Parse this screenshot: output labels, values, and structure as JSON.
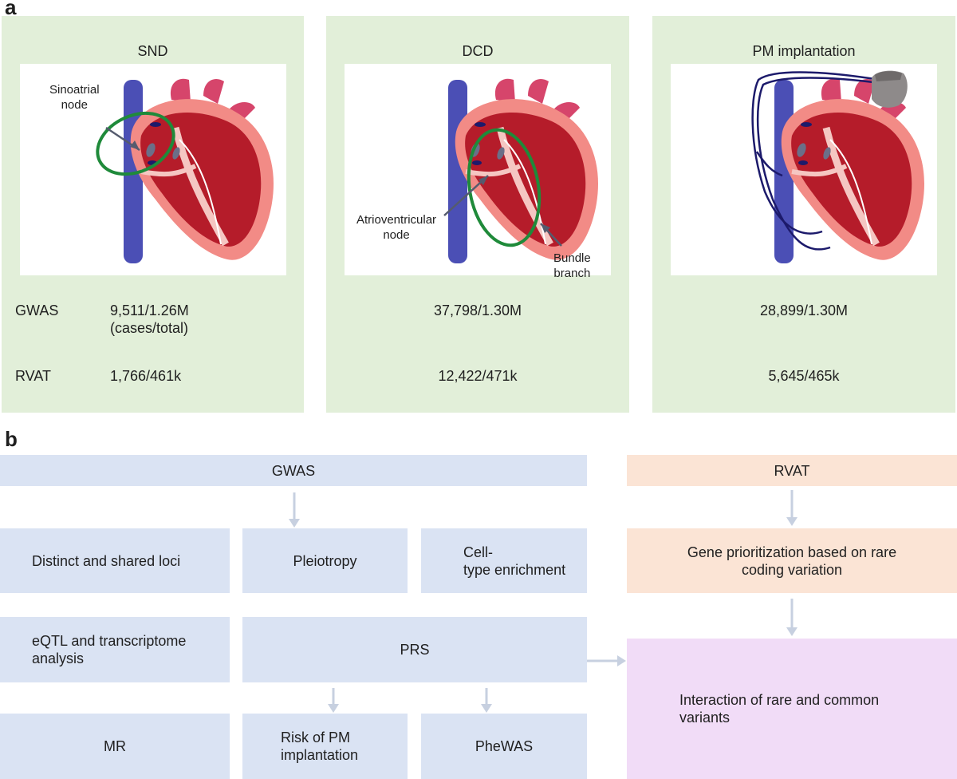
{
  "panel_a": {
    "letter": "a",
    "columns": [
      {
        "title": "SND",
        "gwas": "9,511/1.26M",
        "gwas_note": "(cases/total)",
        "rvat": "1,766/461k",
        "callouts": [
          "Sinoatrial node"
        ]
      },
      {
        "title": "DCD",
        "gwas": "37,798/1.30M",
        "rvat": "12,422/471k",
        "callouts": [
          "Atrioventricular node",
          "Bundle branch"
        ]
      },
      {
        "title": "PM implantation",
        "gwas": "28,899/1.30M",
        "rvat": "5,645/465k",
        "callouts": []
      }
    ],
    "row_labels": {
      "gwas": "GWAS",
      "rvat": "RVAT"
    },
    "callout_texts": {
      "sinoatrial_1": "Sinoatrial",
      "sinoatrial_2": "node",
      "av_1": "Atrioventricular",
      "av_2": "node",
      "bundle_1": "Bundle",
      "bundle_2": "branch"
    }
  },
  "panel_b": {
    "letter": "b",
    "gwas_header": "GWAS",
    "rvat_header": "RVAT",
    "gwas_boxes": {
      "distinct_loci": "Distinct and shared loci",
      "pleiotropy": "Pleiotropy",
      "celltype_1": "Cell-",
      "celltype_2": "type",
      "celltype_3": "enrichment",
      "eqtl_1": "eQTL and transcriptome",
      "eqtl_2": "analysis",
      "prs": "PRS",
      "mr": "MR",
      "risk_1": "Risk of PM",
      "risk_2": "implantation",
      "phewas": "PheWAS"
    },
    "rvat_boxes": {
      "gene_1": "Gene prioritization based on rare",
      "gene_2": "coding variation",
      "interaction_1": "Interaction of rare and common",
      "interaction_2": "variants"
    }
  },
  "colors": {
    "panel_green": "#e2efd9",
    "box_blue": "#dae3f3",
    "box_orange": "#fbe4d5",
    "box_purple": "#f1dcf7",
    "arrow_gray": "#c7d0e0",
    "ring_green": "#1f8a3a",
    "heart_red": "#b51c2a",
    "vessel_blue": "#4b4fb5",
    "lead_navy": "#1c1a6b",
    "device_gray": "#8e8a8a"
  }
}
